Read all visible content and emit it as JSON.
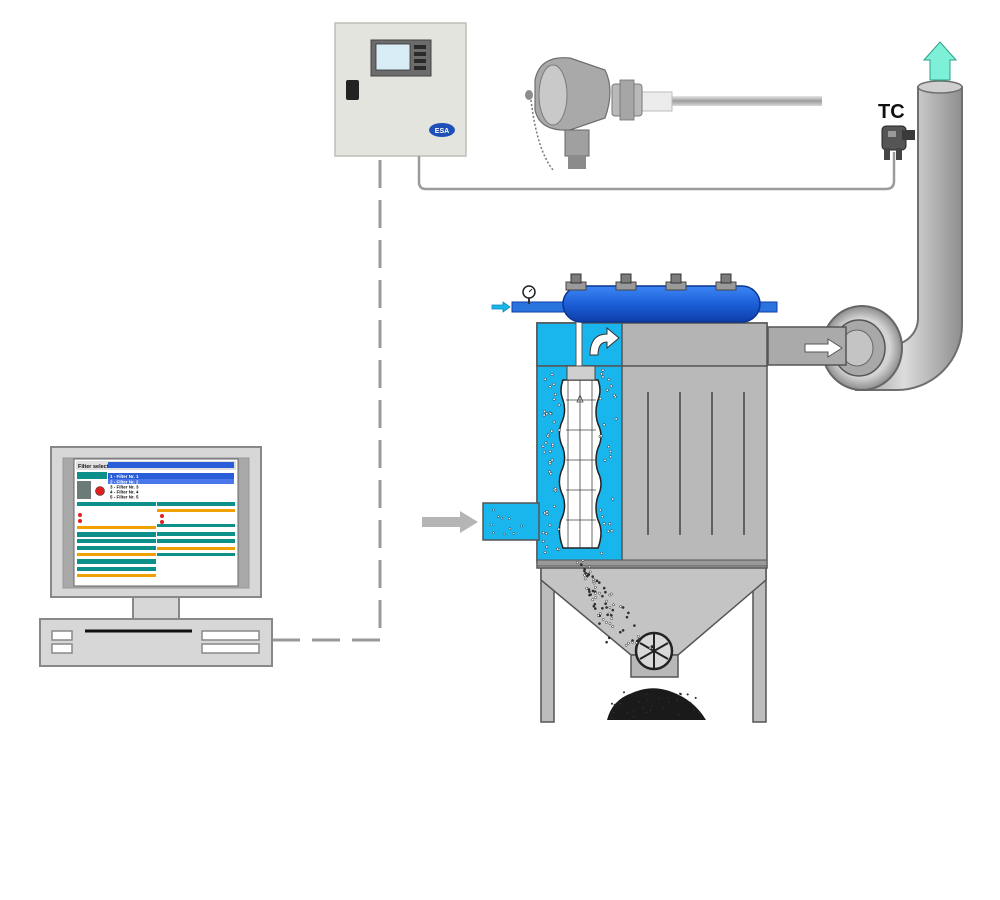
{
  "labels": {
    "thermocouple": "TC",
    "controller_brand": "ESA"
  },
  "monitor": {
    "header": "Filter select",
    "items": [
      "1 - Filter Nr. 1",
      "2 - Filter Nr. 2",
      "3 - Filter Nr. 3",
      "4 - Filter Nr. 4",
      "5 - Filter Nr. 5"
    ]
  },
  "colors": {
    "filter_blue": "#19b6ee",
    "manifold_blue": "#1c5fd8",
    "steel_gray": "#b9b9b9",
    "line_gray": "#8c8c8c",
    "dust": "#1a1a1a",
    "exhaust_arrow": "#7ff0d8"
  }
}
